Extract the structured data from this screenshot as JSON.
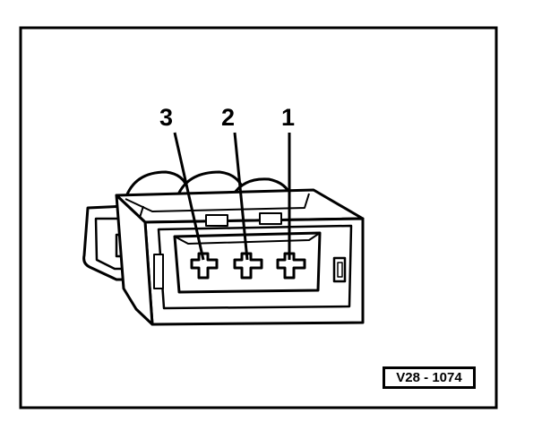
{
  "diagram": {
    "pin_labels": [
      "3",
      "2",
      "1"
    ],
    "reference_code": "V28 - 1074"
  },
  "colors": {
    "ink": "#000000",
    "paper": "#ffffff"
  }
}
